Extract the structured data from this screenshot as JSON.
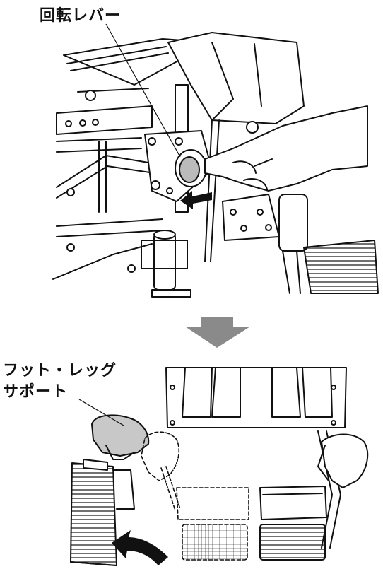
{
  "labels": {
    "rotation_lever": "回転レバー",
    "footrest_line1": "フット・レッグ",
    "footrest_line2": "サポート"
  },
  "colors": {
    "line": "#111111",
    "hand_fill": "#c8c8c8",
    "arrow_fill": "#111111",
    "down_arrow_fill": "#8a8a8a",
    "background": "#ffffff"
  },
  "icons": {
    "step_arrow": "down-arrow-icon",
    "rotate_arrow": "curved-arrow-icon",
    "pull_arrow": "left-arrow-icon"
  }
}
